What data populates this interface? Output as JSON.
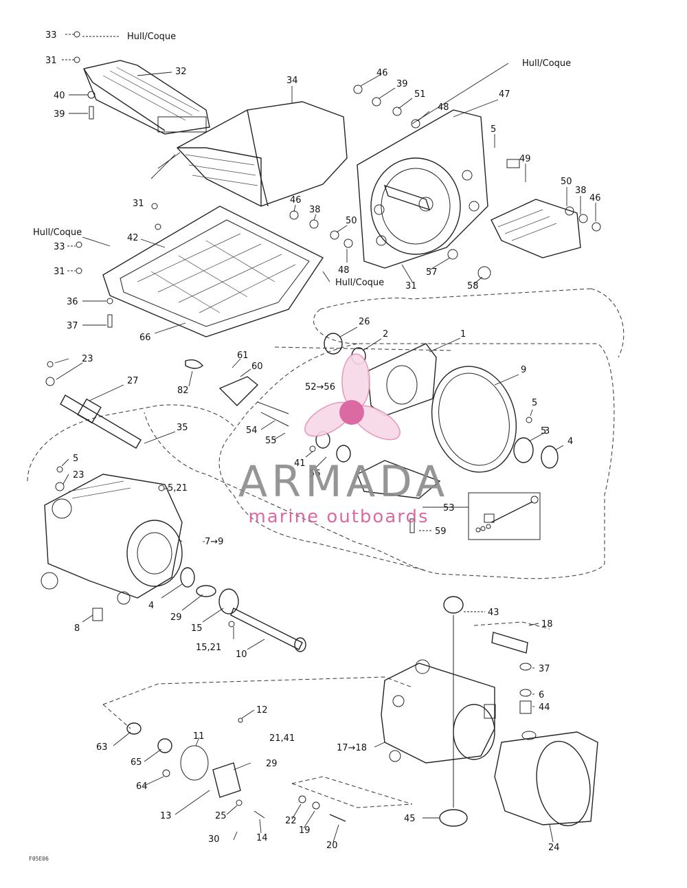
{
  "hull_labels": [
    "Hull/Coque",
    "Hull/Coque",
    "Hull/Coque",
    "Hull/Coque"
  ],
  "callouts": [
    "33",
    "31",
    "32",
    "40",
    "39",
    "34",
    "46",
    "39",
    "51",
    "48",
    "47",
    "5",
    "49",
    "50",
    "38",
    "46",
    "31",
    "46",
    "38",
    "50",
    "48",
    "31",
    "57",
    "58",
    "33",
    "31",
    "42",
    "36",
    "37",
    "66",
    "26",
    "2",
    "1",
    "9",
    "5",
    "61",
    "60",
    "82",
    "52→56",
    "54",
    "55",
    "5",
    "3",
    "4",
    "23",
    "27",
    "35",
    "5",
    "23",
    "5,21",
    "41",
    "56",
    "53",
    "59",
    "7→9",
    "4",
    "29",
    "15",
    "8",
    "15,21",
    "10",
    "43",
    "18",
    "37",
    "6",
    "44",
    "12",
    "63",
    "11",
    "21,41",
    "65",
    "29",
    "64",
    "17→18",
    "13",
    "25",
    "22",
    "19",
    "45",
    "24",
    "30",
    "14",
    "20"
  ],
  "watermark": {
    "brand": "ARMADA",
    "tagline": "marine outboards"
  },
  "footer_code": "F05E06"
}
